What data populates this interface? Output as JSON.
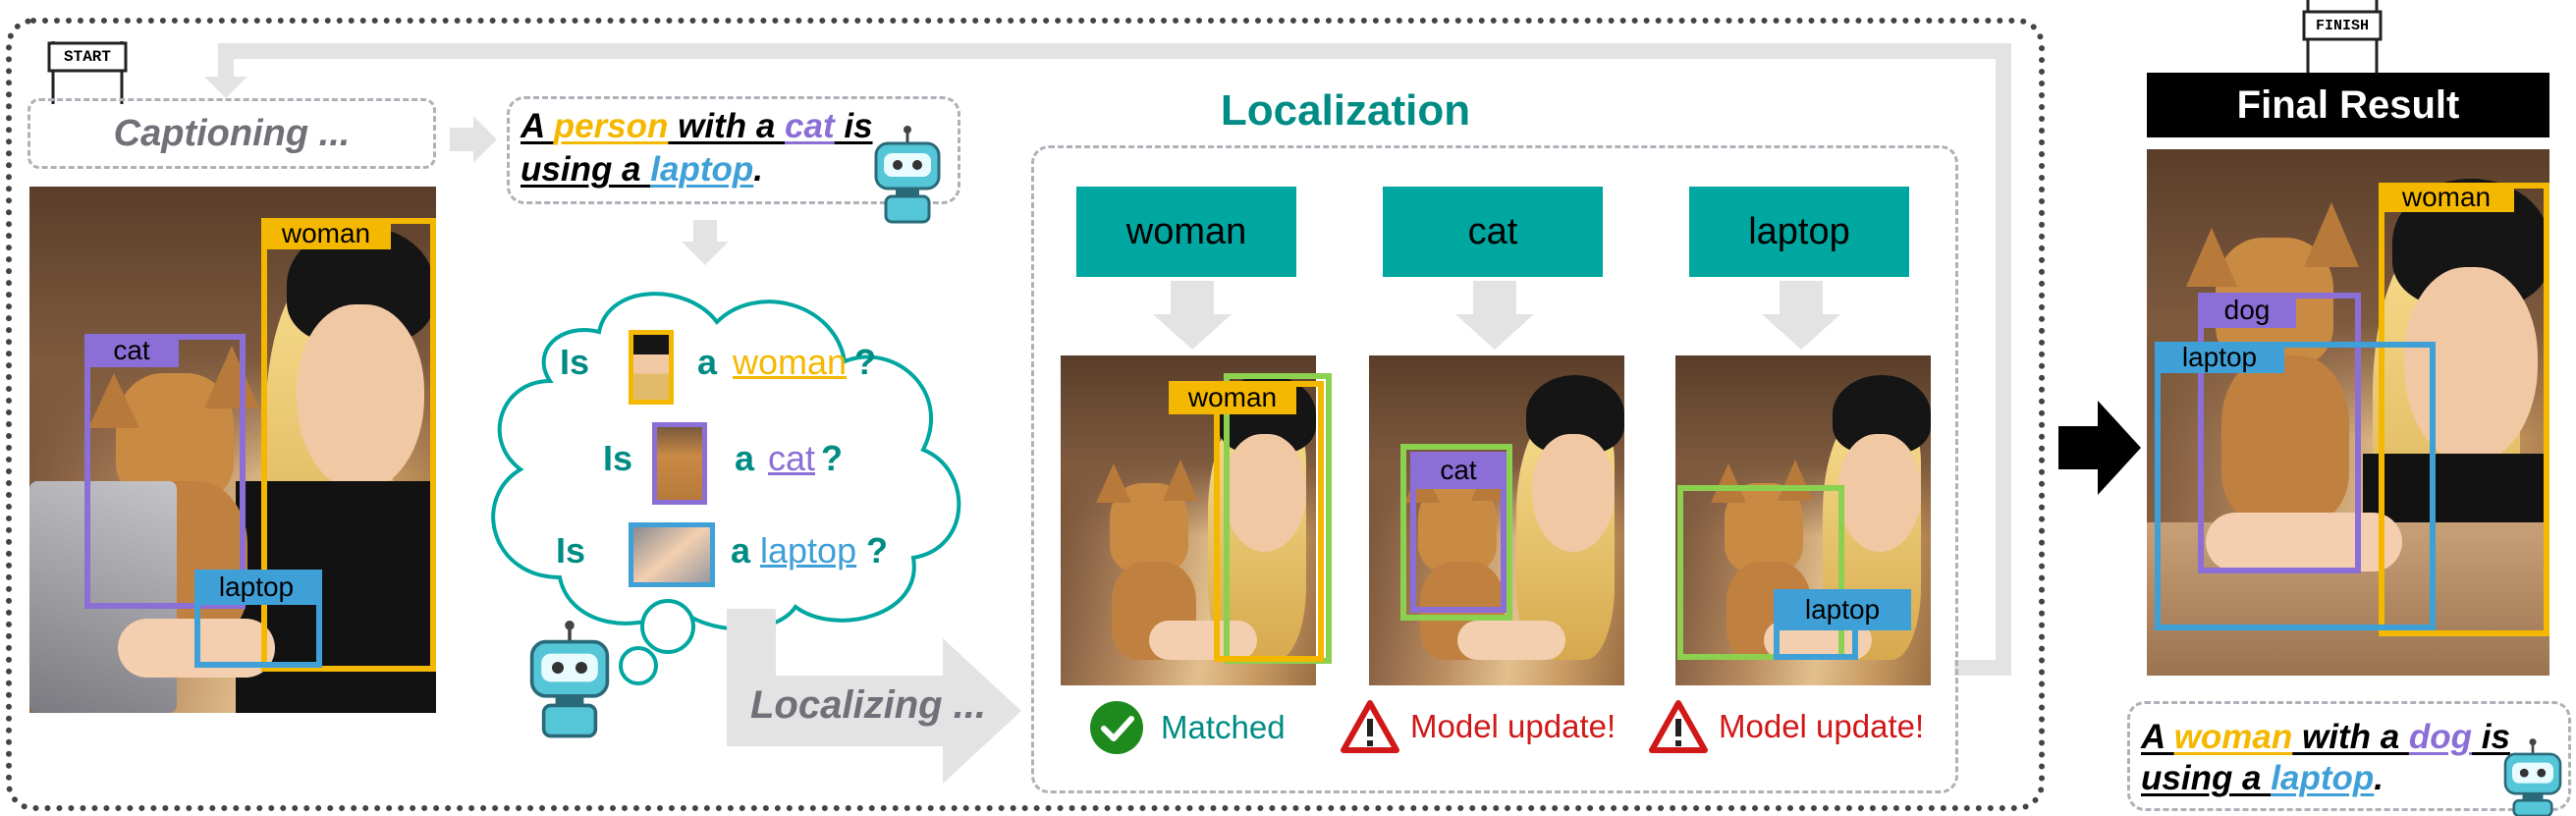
{
  "flags": {
    "start": "START",
    "finish": "FINISH"
  },
  "captioning": {
    "label": "Captioning ...",
    "caption_parts": [
      {
        "text": "A ",
        "color": "#000000"
      },
      {
        "text": "person",
        "color": "#f5b800"
      },
      {
        "text": " with a ",
        "color": "#000000"
      },
      {
        "text": "cat",
        "color": "#8b6fd6"
      },
      {
        "text": " is",
        "color": "#000000"
      }
    ],
    "caption_parts_line2": [
      {
        "text": "using a ",
        "color": "#000000"
      },
      {
        "text": "laptop",
        "color": "#3fa0d8"
      },
      {
        "text": ".",
        "color": "#000000"
      }
    ]
  },
  "initial_image": {
    "labels": {
      "woman": "woman",
      "cat": "cat",
      "laptop": "laptop"
    }
  },
  "questions": {
    "is_word": "Is",
    "a_word": "a",
    "q1_object": "woman",
    "q2_object": "cat",
    "q3_object": "laptop",
    "qmark": "?"
  },
  "localizing_label": "Localizing ...",
  "localization": {
    "title": "Localization",
    "columns": [
      {
        "object": "woman",
        "status": "Matched",
        "status_kind": "ok"
      },
      {
        "object": "cat",
        "status": "Model update!",
        "status_kind": "warn"
      },
      {
        "object": "laptop",
        "status": "Model update!",
        "status_kind": "warn"
      }
    ],
    "crop_labels": {
      "woman": "woman",
      "cat": "cat",
      "laptop": "laptop"
    }
  },
  "final": {
    "title": "Final Result",
    "labels": {
      "woman": "woman",
      "dog": "dog",
      "laptop": "laptop"
    },
    "caption_parts": [
      {
        "text": "A ",
        "color": "#000000"
      },
      {
        "text": "woman",
        "color": "#f5b800"
      },
      {
        "text": " with a ",
        "color": "#000000"
      },
      {
        "text": "dog",
        "color": "#8b6fd6"
      },
      {
        "text": " is",
        "color": "#000000"
      }
    ],
    "caption_parts_line2": [
      {
        "text": "using a ",
        "color": "#000000"
      },
      {
        "text": "laptop",
        "color": "#3fa0d8"
      },
      {
        "text": ".",
        "color": "#000000"
      }
    ]
  },
  "colors": {
    "woman": "#f5b800",
    "cat": "#8b6fd6",
    "laptop": "#3fa0d8",
    "match": "#8cd050",
    "teal": "#00a6a0",
    "teal_text": "#008c84",
    "warn_red": "#d01818",
    "ok_green": "#1e8a1e"
  },
  "icons": [
    "robot-icon",
    "check-circle-icon",
    "warning-triangle-icon",
    "start-flag-icon",
    "finish-flag-icon",
    "arrow-right-icon",
    "arrow-down-icon"
  ]
}
